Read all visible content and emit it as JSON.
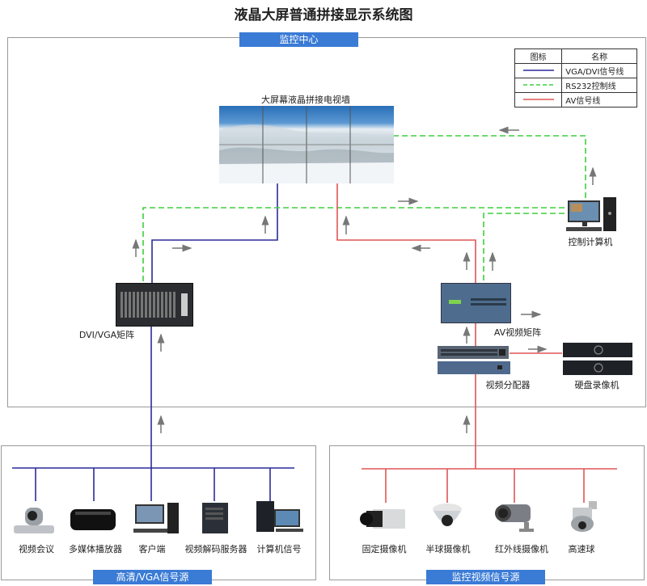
{
  "title": "液晶大屏普通拼接显示系统图",
  "sections": {
    "center": "监控中心",
    "hd_source": "高清/VGA信号源",
    "cam_source": "监控视频信号源"
  },
  "legend": {
    "header_icon": "图标",
    "header_name": "名称",
    "rows": [
      {
        "name": "VGA/DVI信号线",
        "color": "#2b2b9a",
        "style": "solid"
      },
      {
        "name": "RS232控制线",
        "color": "#3ecf3e",
        "style": "dashed"
      },
      {
        "name": "AV信号线",
        "color": "#e05555",
        "style": "solid"
      }
    ]
  },
  "devices": {
    "videowall": "大屏幕液晶拼接电视墙",
    "dvi_matrix": "DVI/VGA矩阵",
    "control_pc": "控制计算机",
    "av_matrix": "AV视频矩阵",
    "distributor": "视频分配器",
    "dvr": "硬盘录像机"
  },
  "hd_sources": [
    "视频会议",
    "多媒体播放器",
    "客户端",
    "视频解码服务器",
    "计算机信号"
  ],
  "cam_sources": [
    "固定摄像机",
    "半球摄像机",
    "红外线摄像机",
    "高速球"
  ],
  "colors": {
    "vga": "#2b2b9a",
    "rs232": "#3ecf3e",
    "av": "#e05555",
    "tag": "#3a7bd5",
    "arrow": "#777777"
  }
}
